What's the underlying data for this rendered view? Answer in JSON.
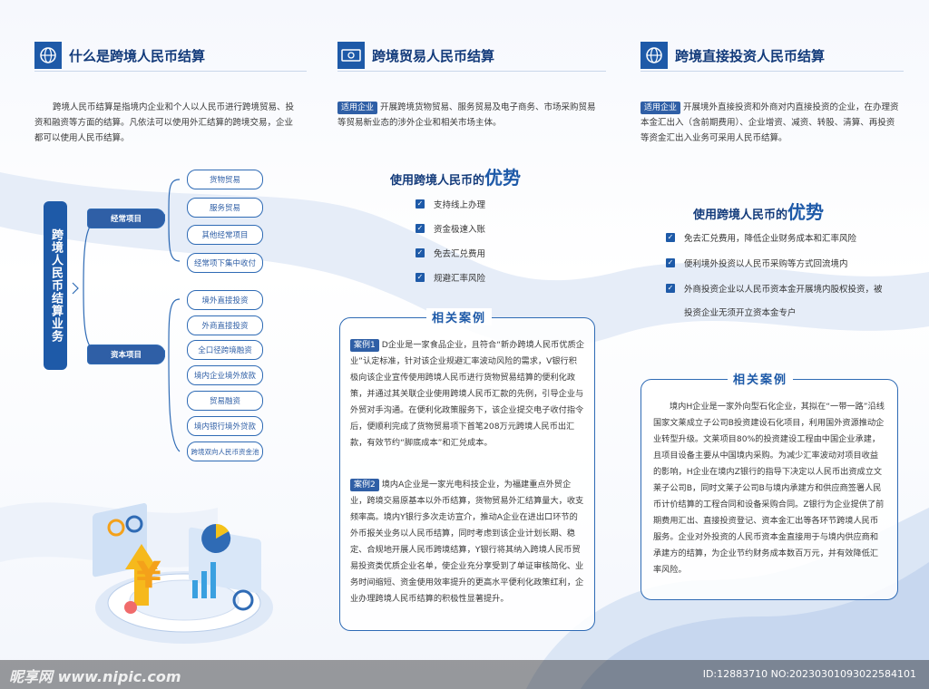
{
  "col1": {
    "title": "什么是跨境人民币结算",
    "icon": "globe-icon",
    "intro": "跨境人民币结算是指境内企业和个人以人民币进行跨境贸易、投资和融资等方面的结算。凡依法可以使用外汇结算的跨境交易，企业都可以使用人民币结算。",
    "center_label": "跨境人民币结算业务",
    "branch_regular": "经常项目",
    "branch_capital": "资本项目",
    "regular_items": [
      "货物贸易",
      "服务贸易",
      "其他经常项目",
      "经常项下集中收付"
    ],
    "capital_items": [
      "境外直接投资",
      "外商直接投资",
      "全口径跨境融资",
      "境内企业境外放款",
      "贸易融资",
      "境内银行境外贷款",
      "跨境双向人民币资金池"
    ]
  },
  "col2": {
    "title": "跨境贸易人民币结算",
    "icon": "money-icon",
    "tag": "适用企业",
    "intro": "开展跨境货物贸易、服务贸易及电子商务、市场采购贸易等贸易新业态的涉外企业和相关市场主体。",
    "adv_title_prefix": "使用跨境人民币的",
    "adv_title_emph": "优势",
    "advantages": [
      "支持线上办理",
      "资金极速入账",
      "免去汇兑费用",
      "规避汇率风险"
    ],
    "case_title": "相关案例",
    "case1_tag": "案例1",
    "case1_text": "D企业是一家食品企业，且符合“新办跨境人民币优质企业”认定标准，针对该企业规避汇率波动风险的需求，V银行积极向该企业宣传使用跨境人民币进行货物贸易结算的便利化政策，并通过其关联企业使用跨境人民币汇款的先例，引导企业与外贸对手沟通。在便利化政策服务下，该企业提交电子收付指令后，便顺利完成了货物贸易项下首笔208万元跨境人民币出汇款，有效节约“脚底成本”和汇兑成本。",
    "case2_tag": "案例2",
    "case2_text": "境内A企业是一家光电科技企业，为福建重点外贸企业，跨境交易原基本以外币结算，货物贸易外汇结算量大，收支频率高。境内Y银行多次走访宣介，推动A企业在进出口环节的外币报关业务以人民币结算，同时考虑到该企业计划长期、稳定、合规地开展人民币跨境结算，Y银行将其纳入跨境人民币贸易投资类优质企业名单，使企业充分享受到了单证审核简化、业务时间缩短、资金使用效率提升的更高水平便利化政策红利，企业办理跨境人民币结算的积极性显著提升。"
  },
  "col3": {
    "title": "跨境直接投资人民币结算",
    "icon": "globe-icon",
    "tag": "适用企业",
    "intro": "开展境外直接投资和外商对内直接投资的企业，在办理资本金汇出入（含前期费用）、企业增资、减资、转股、清算、再投资等资金汇出入业务可采用人民币结算。",
    "adv_title_prefix": "使用跨境人民币的",
    "adv_title_emph": "优势",
    "advantages": [
      "免去汇兑费用，降低企业财务成本和汇率风险",
      "便利境外投资以人民币采购等方式回流境内",
      "外商投资企业以人民币资本金开展境内股权投资，被"
    ],
    "adv_cont": "投资企业无须开立资本金专户",
    "case_title": "相关案例",
    "case_text": "境内H企业是一家外向型石化企业，其拟在“一带一路”沿线国家文莱成立子公司B投资建设石化项目，利用国外资源推动企业转型升级。文莱项目80%的投资建设工程由中国企业承建，且项目设备主要从中国境内采购。为减少汇率波动对项目收益的影响，H企业在境内Z银行的指导下决定以人民币出资成立文莱子公司B，同时文莱子公司B与境内承建方和供应商签署人民币计价结算的工程合同和设备采购合同。Z银行为企业提供了前期费用汇出、直接投资登记、资本金汇出等各环节跨境人民币服务。企业对外投资的人民币资本金直接用于与境内供应商和承建方的结算，为企业节约财务成本数百万元，并有效降低汇率风险。"
  },
  "footer": {
    "watermark_logo": "昵享网 www.nipic.com",
    "image_id": "ID:12883710 NO:20230301093022584101"
  },
  "colors": {
    "accent": "#1e5aa8",
    "dark": "#123a7a"
  }
}
